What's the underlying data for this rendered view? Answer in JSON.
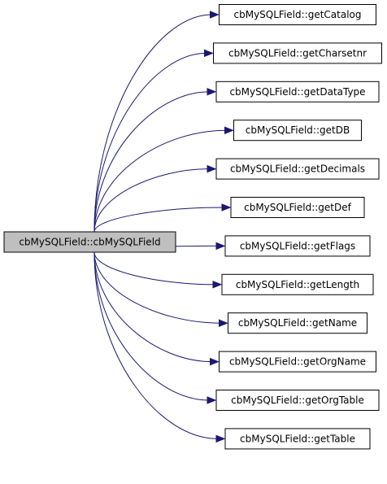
{
  "diagram": {
    "source": {
      "label": "cbMySQLField::cbMySQLField",
      "fill": "#bfbfbf"
    },
    "targets": [
      {
        "label": "cbMySQLField::getCatalog"
      },
      {
        "label": "cbMySQLField::getCharsetnr"
      },
      {
        "label": "cbMySQLField::getDataType"
      },
      {
        "label": "cbMySQLField::getDB"
      },
      {
        "label": "cbMySQLField::getDecimals"
      },
      {
        "label": "cbMySQLField::getDef"
      },
      {
        "label": "cbMySQLField::getFlags"
      },
      {
        "label": "cbMySQLField::getLength"
      },
      {
        "label": "cbMySQLField::getName"
      },
      {
        "label": "cbMySQLField::getOrgName"
      },
      {
        "label": "cbMySQLField::getOrgTable"
      },
      {
        "label": "cbMySQLField::getTable"
      }
    ],
    "edge_color": "#191970",
    "node_fill": "#ffffff"
  }
}
